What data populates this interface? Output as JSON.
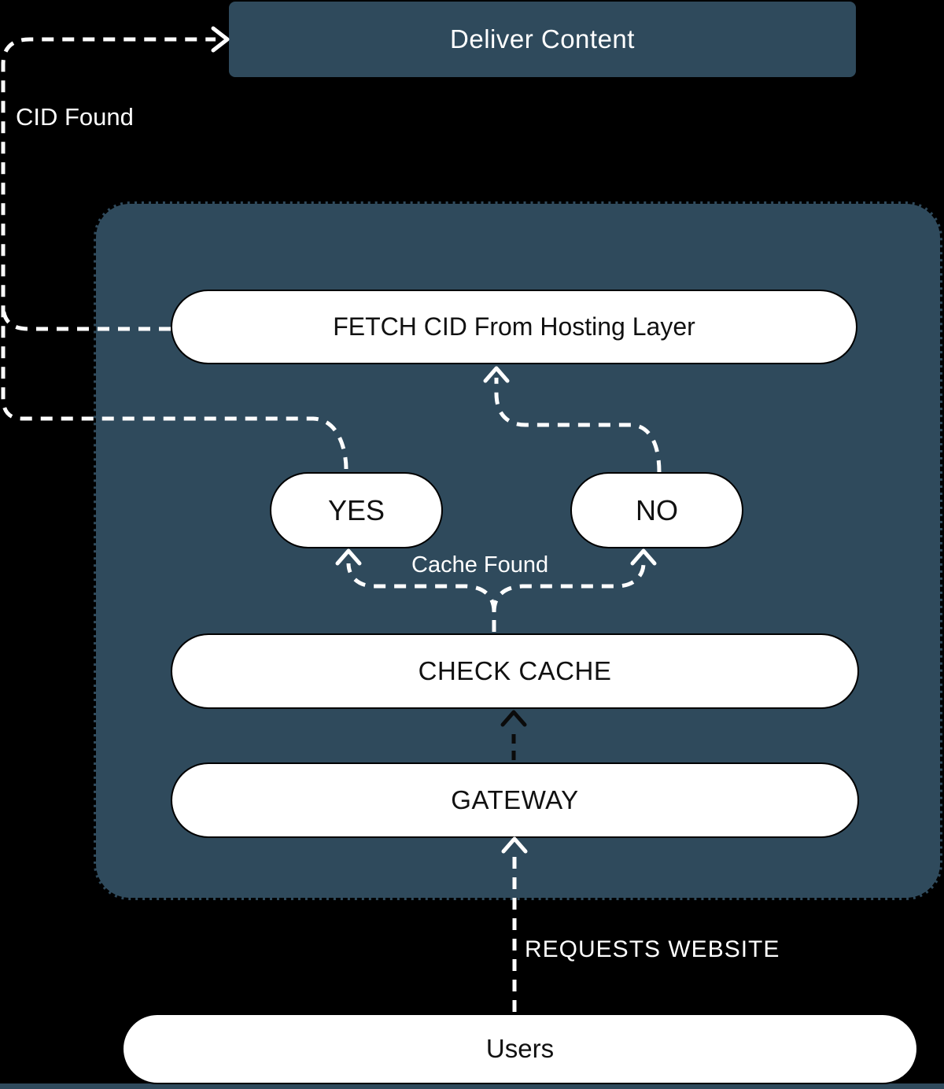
{
  "diagram": {
    "title_box": {
      "label": "Deliver Content"
    },
    "nodes": {
      "fetch_cid": {
        "label": "FETCH CID From Hosting Layer"
      },
      "yes": {
        "label": "YES"
      },
      "no": {
        "label": "NO"
      },
      "check_cache": {
        "label": "CHECK CACHE"
      },
      "gateway": {
        "label": "GATEWAY"
      },
      "users": {
        "label": "Users"
      }
    },
    "edge_labels": {
      "cid_found": {
        "label": "CID Found"
      },
      "cache_found": {
        "label": "Cache Found"
      },
      "requests_website": {
        "label": "REQUESTS WEBSITE"
      }
    },
    "colors": {
      "background": "#000000",
      "panel": "#2f4a5c",
      "node_fill": "#ffffff",
      "node_border": "#000000",
      "node_text": "#111111",
      "label_text": "#ffffff",
      "connector_light": "#ffffff",
      "connector_dark": "#0b0b0b"
    }
  }
}
